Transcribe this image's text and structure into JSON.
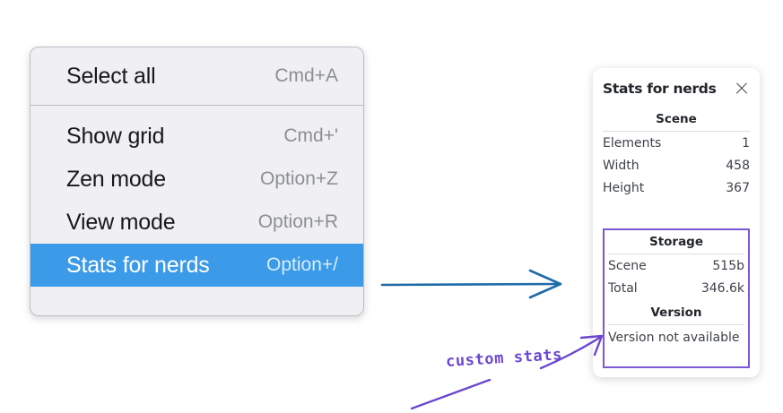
{
  "canvas": {
    "background": "#ffffff",
    "accent_blue": "#3C9BE8",
    "annotation_purple": "#6B47D0",
    "arrow_blue": "#1F6BA8"
  },
  "context_menu": {
    "groups": [
      {
        "items": [
          {
            "label": "Select all",
            "shortcut": "Cmd+A",
            "selected": false
          }
        ]
      },
      {
        "items": [
          {
            "label": "Show grid",
            "shortcut": "Cmd+'",
            "selected": false
          },
          {
            "label": "Zen mode",
            "shortcut": "Option+Z",
            "selected": false
          },
          {
            "label": "View mode",
            "shortcut": "Option+R",
            "selected": false
          },
          {
            "label": "Stats for nerds",
            "shortcut": "Option+/",
            "selected": true
          }
        ]
      }
    ]
  },
  "stats_panel": {
    "title": "Stats for nerds",
    "close_icon": "close-icon",
    "sections": [
      {
        "heading": "Scene",
        "rows": [
          {
            "key": "Elements",
            "value": "1"
          },
          {
            "key": "Width",
            "value": "458"
          },
          {
            "key": "Height",
            "value": "367"
          }
        ]
      },
      {
        "heading": "Storage",
        "rows": [
          {
            "key": "Scene",
            "value": "515b"
          },
          {
            "key": "Total",
            "value": "346.6k"
          }
        ]
      },
      {
        "heading": "Version",
        "note": "Version not available"
      }
    ]
  },
  "annotations": {
    "handwritten_label": "custom stats",
    "blue_arrow": "arrow-menu-to-panel",
    "purple_arrow": "arrow-label-to-storage-box",
    "purple_stroke": "underline-stroke"
  }
}
